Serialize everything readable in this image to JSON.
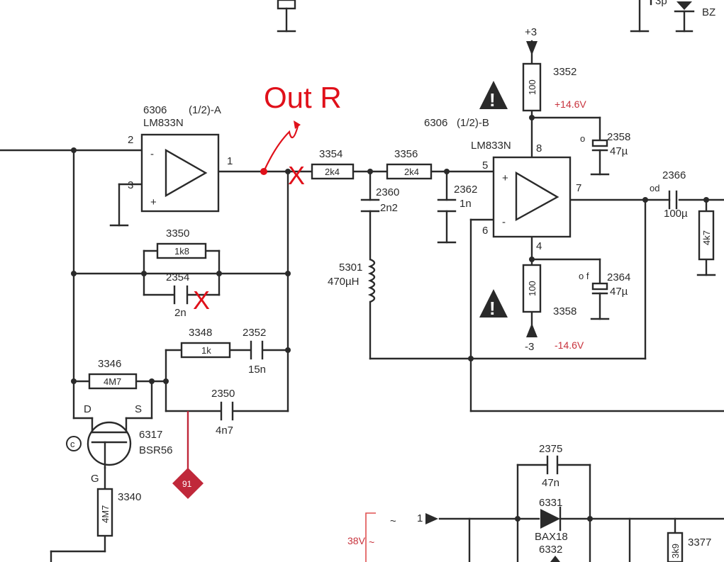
{
  "colors": {
    "ink": "#2a2a2a",
    "annotation": "#e0101a",
    "supply_label": "#c8323c",
    "testpoint": "#c0283a",
    "background": "#ffffff"
  },
  "annotations": {
    "out_r": "Out R",
    "cut_mark": "X"
  },
  "opamp_a": {
    "ref": "6306",
    "part": "(1/2)-A",
    "type": "LM833N",
    "pin_inv": "2",
    "pin_noninv": "3",
    "pin_out": "1",
    "minus": "-",
    "plus": "+"
  },
  "opamp_b": {
    "ref": "6306",
    "part": "(1/2)-B",
    "type": "LM833N",
    "pin_noninv": "5",
    "pin_inv": "6",
    "pin_out": "7",
    "pin_vplus": "8",
    "pin_vminus": "4",
    "minus": "-",
    "plus": "+"
  },
  "resistors": {
    "r3350": {
      "ref": "3350",
      "value": "1k8"
    },
    "r3348": {
      "ref": "3348",
      "value": "1k"
    },
    "r3346": {
      "ref": "3346",
      "value": "4M7"
    },
    "r3354": {
      "ref": "3354",
      "value": "2k4"
    },
    "r3356": {
      "ref": "3356",
      "value": "2k4"
    },
    "r3352": {
      "ref": "3352",
      "value": "100"
    },
    "r3358": {
      "ref": "3358",
      "value": "100"
    },
    "r3340": {
      "ref": "3340",
      "value": "4M7"
    },
    "r_4k7": {
      "value": "4k7"
    },
    "r3377": {
      "ref": "3377",
      "value": "3k9"
    }
  },
  "capacitors": {
    "c2354": {
      "ref": "2354",
      "value": "2n"
    },
    "c2352": {
      "ref": "2352",
      "value": "15n"
    },
    "c2350": {
      "ref": "2350",
      "value": "4n7"
    },
    "c2360": {
      "ref": "2360",
      "value": "2n2"
    },
    "c2362": {
      "ref": "2362",
      "value": "1n"
    },
    "c2358": {
      "ref": "2358",
      "value": "47µ",
      "pin": "o"
    },
    "c2364": {
      "ref": "2364",
      "value": "47µ",
      "pin": "o f"
    },
    "c2366": {
      "ref": "2366",
      "value": "100µ",
      "pin": "od"
    },
    "c2375": {
      "ref": "2375",
      "value": "47n"
    }
  },
  "inductor": {
    "ref": "5301",
    "value": "470µH"
  },
  "fet": {
    "ref": "6317",
    "type": "BSR56",
    "drain": "D",
    "source": "S",
    "gate": "G",
    "copyright_mark": "c"
  },
  "diodes": {
    "d6331": {
      "ref": "6331",
      "type": "BAX18"
    },
    "d6332": {
      "ref": "6332"
    }
  },
  "supply": {
    "pos_node": "+3",
    "pos_voltage": "+14.6V",
    "neg_node": "-3",
    "neg_voltage": "-14.6V",
    "warning_symbol": "!"
  },
  "testpoint": {
    "label": "91"
  },
  "ac_input": {
    "voltage": "38V",
    "tilde": "~",
    "pin": "1"
  },
  "top_fragment": {
    "text_a": "3p",
    "text_b": "BZ"
  }
}
